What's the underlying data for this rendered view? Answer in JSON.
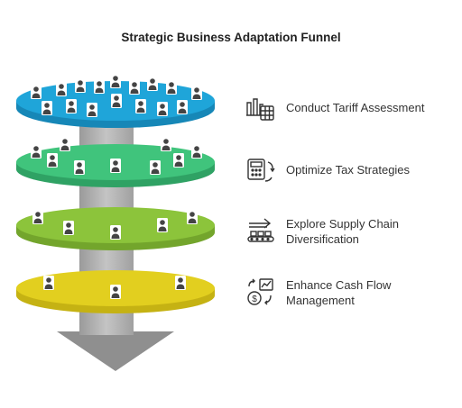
{
  "title": "Strategic Business Adaptation Funnel",
  "stages": [
    {
      "label": "Conduct Tariff Assessment",
      "icon": "factory-calculator-icon",
      "color": "#1fa5d9",
      "side_color": "#1687b7"
    },
    {
      "label": "Optimize Tax Strategies",
      "icon": "calculator-cycle-icon",
      "color": "#40c47c",
      "side_color": "#2fa264"
    },
    {
      "label": "Explore Supply Chain Diversification",
      "icon": "conveyor-arrow-icon",
      "color": "#8cc43b",
      "side_color": "#73a52c"
    },
    {
      "label": "Enhance Cash Flow Management",
      "icon": "cash-flow-icon",
      "color": "#e2cf1f",
      "side_color": "#c5b213"
    }
  ]
}
